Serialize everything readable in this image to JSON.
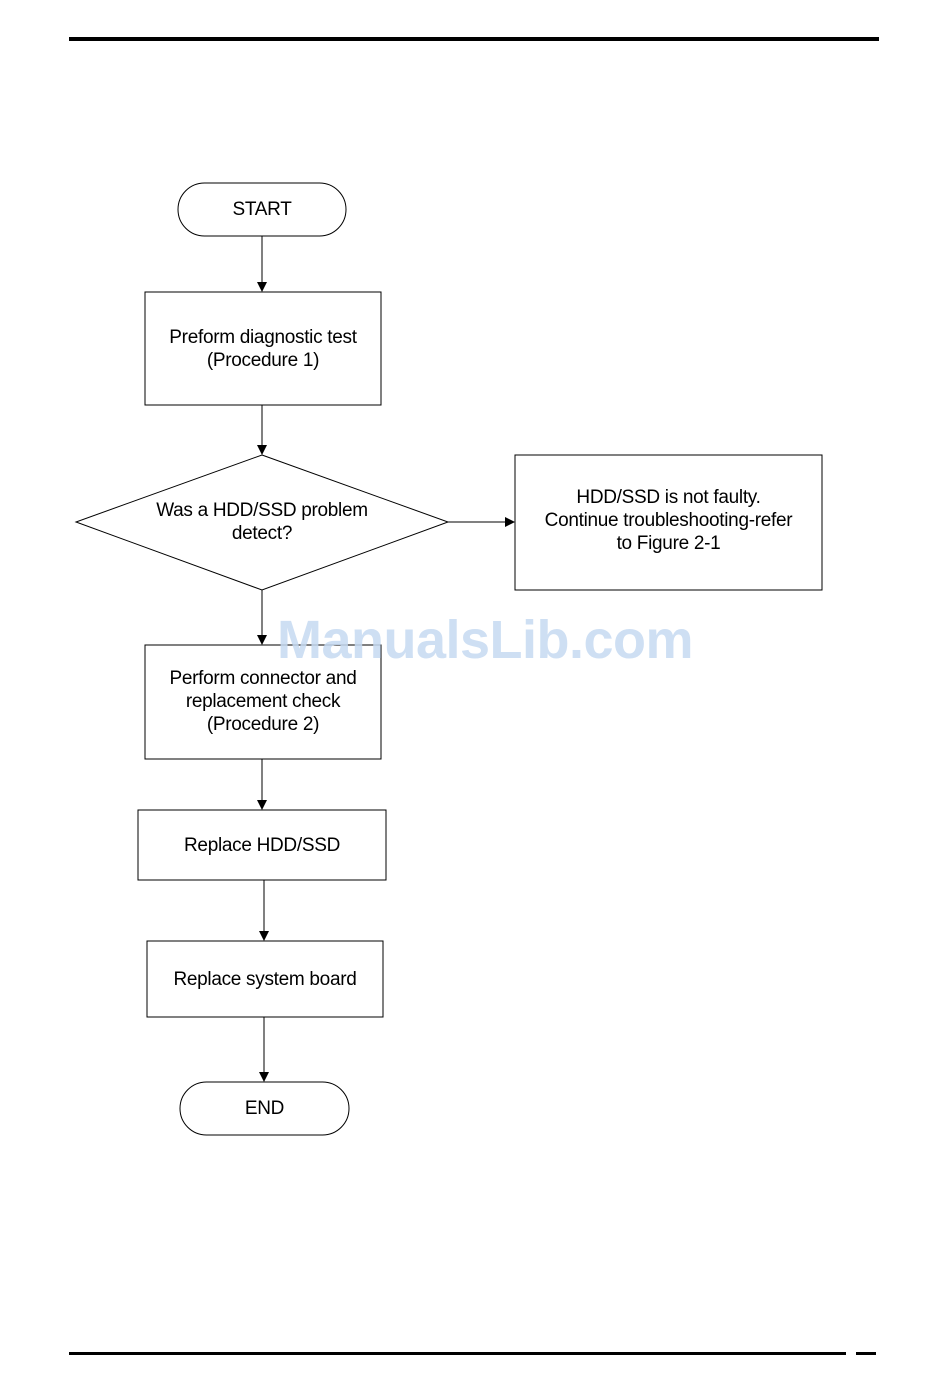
{
  "flowchart": {
    "start": "START",
    "step1": {
      "line1": "Preform diagnostic test",
      "line2": "(Procedure 1)"
    },
    "decision": {
      "line1": "Was a HDD/SSD problem",
      "line2": "detect?"
    },
    "side_note": {
      "line1": "HDD/SSD is not faulty.",
      "line2": "Continue troubleshooting-refer",
      "line3": "to Figure 2-1"
    },
    "step2": {
      "line1": "Perform connector and",
      "line2": "replacement check",
      "line3": "(Procedure 2)"
    },
    "step3": "Replace HDD/SSD",
    "step4": "Replace system board",
    "end": "END"
  },
  "watermark": "ManualsLib.com"
}
